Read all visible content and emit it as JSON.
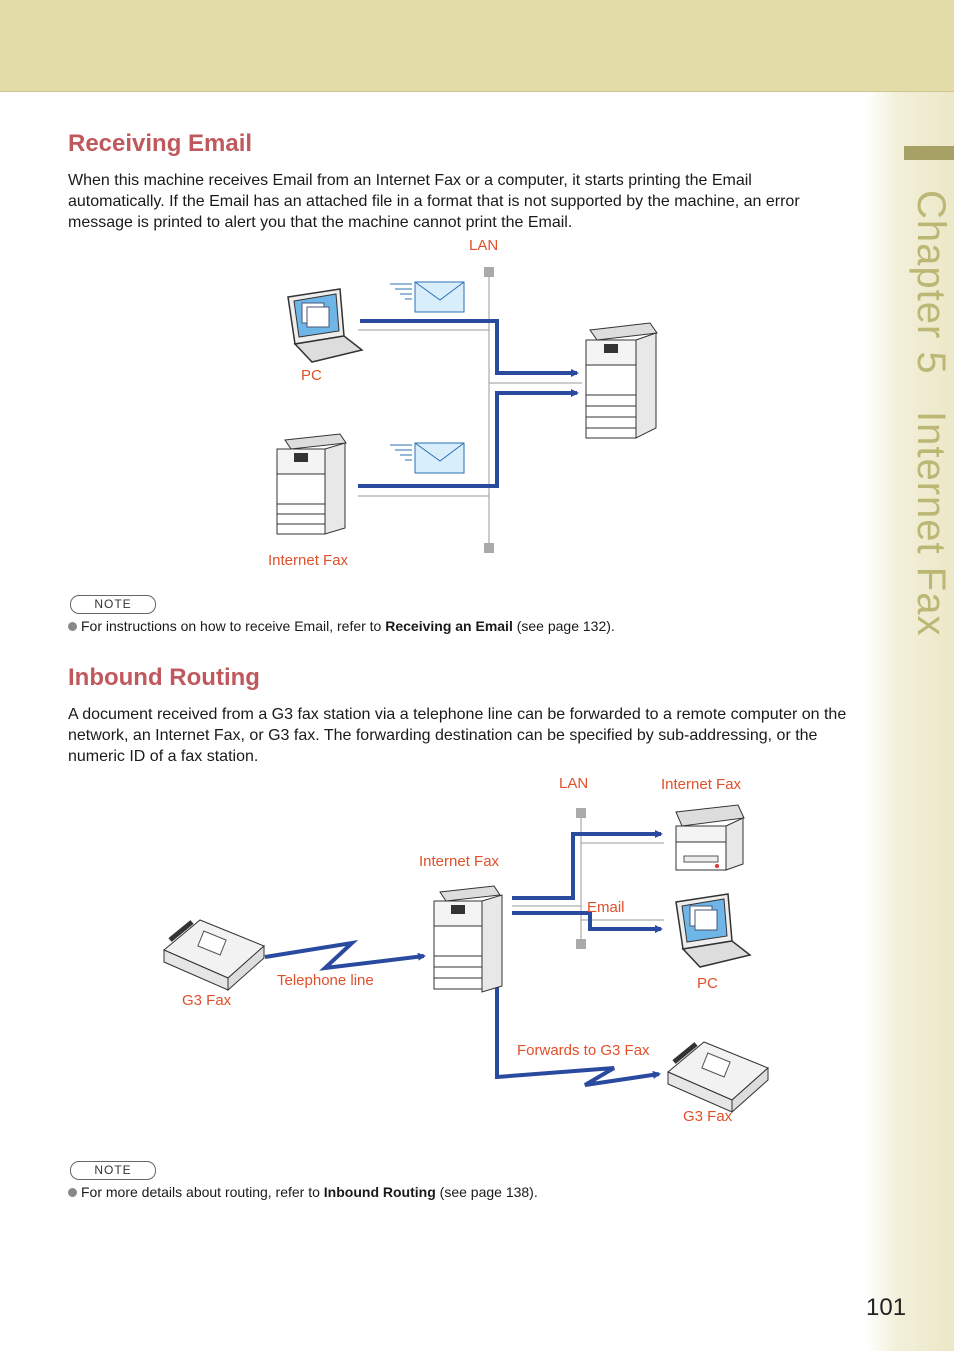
{
  "chapter": {
    "label": "Chapter 5",
    "title": "Internet Fax"
  },
  "section1": {
    "heading": "Receiving Email",
    "paragraph": "When this machine receives Email from an Internet Fax or a computer, it starts printing the Email automatically. If the Email has an attached file in a format that is not supported by the machine, an error message is printed to alert you that the machine cannot print the Email.",
    "diagram": {
      "lan": "LAN",
      "pc": "PC",
      "internet_fax": "Internet Fax"
    },
    "note": {
      "badge": "NOTE",
      "prefix": "For instructions on how to receive Email, refer to ",
      "bold": "Receiving an Email",
      "suffix": " (see page 132)."
    }
  },
  "section2": {
    "heading": "Inbound Routing",
    "paragraph": "A document received from a G3 fax station via a telephone line can be forwarded to a remote computer on the network, an Internet Fax, or G3 fax. The forwarding destination can be specified by sub-addressing, or the numeric ID of a fax station.",
    "diagram": {
      "lan": "LAN",
      "internet_fax_right": "Internet Fax",
      "internet_fax_center": "Internet Fax",
      "email": "Email",
      "pc": "PC",
      "telephone_line": "Telephone line",
      "g3_fax_left": "G3 Fax",
      "forwards": "Forwards to G3 Fax",
      "g3_fax_right": "G3 Fax"
    },
    "note": {
      "badge": "NOTE",
      "prefix": "For more details about routing, refer to ",
      "bold": "Inbound Routing",
      "suffix": " (see page 138)."
    }
  },
  "page_number": "101",
  "colors": {
    "heading": "#c0595e",
    "label": "#e0502a",
    "band": "#e3dba8",
    "line": "#2a4aa0",
    "chapter": "#bcb774"
  }
}
